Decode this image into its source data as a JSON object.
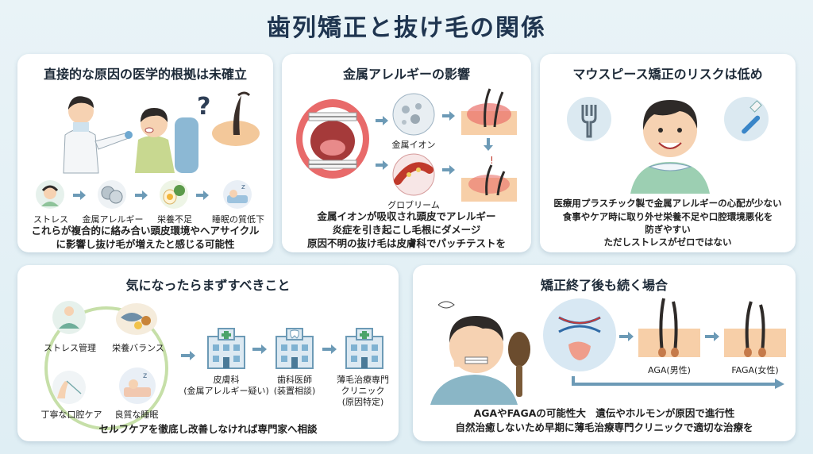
{
  "title": "歯列矯正と抜け毛の関係",
  "card1": {
    "title": "直接的な原因の医学的根拠は未確立",
    "factors": [
      "ストレス",
      "金属アレルギー",
      "栄養不足",
      "睡眠の質低下"
    ],
    "text_lines": [
      "これらが複合的に絡み合い頭皮環境やヘアサイクル",
      "に影響し抜け毛が増えたと感じる可能性"
    ]
  },
  "card2": {
    "title": "金属アレルギーの影響",
    "label_ion": "金属イオン",
    "label_globulin": "グロブリーム",
    "text_lines": [
      "金属イオンが吸収され頭皮でアレルギー",
      "炎症を引き起こし毛根にダメージ",
      "原因不明の抜け毛は皮膚科でパッチテストを"
    ]
  },
  "card3": {
    "title": "マウスピース矯正のリスクは低め",
    "text_lines": [
      "医療用プラスチック製で金属アレルギーの心配が少ない",
      "食事やケア時に取り外せ栄養不足や口腔環境悪化を",
      "防ぎやすい",
      "ただしストレスがゼロではない"
    ]
  },
  "card4": {
    "title": "気になったらまずすべきこと",
    "selfcare": [
      "ストレス管理",
      "栄養バランス",
      "丁寧な口腔ケア",
      "良質な睡眠"
    ],
    "clinics": [
      {
        "name": "皮膚科",
        "note": "(金属アレルギー疑い)"
      },
      {
        "name": "歯科医師",
        "note": "(装置相談)"
      },
      {
        "name": "薄毛治療専門",
        "note": "クリニック",
        "note2": "(原因特定)"
      }
    ],
    "text": "セルフケアを徹底し改善しなければ専門家へ相談"
  },
  "card5": {
    "title": "矯正終了後も続く場合",
    "label_aga": "AGA(男性)",
    "label_faga": "FAGA(女性)",
    "text_lines": [
      "AGAやFAGAの可能性大　遺伝やホルモンが原因で進行性",
      "自然治癒しないため早期に薄毛治療専門クリニックで適切な治療を"
    ]
  },
  "colors": {
    "accent": "#6c9ab6",
    "title": "#1f3550",
    "skin": "#f6d2b2",
    "hair": "#2e2a28"
  }
}
